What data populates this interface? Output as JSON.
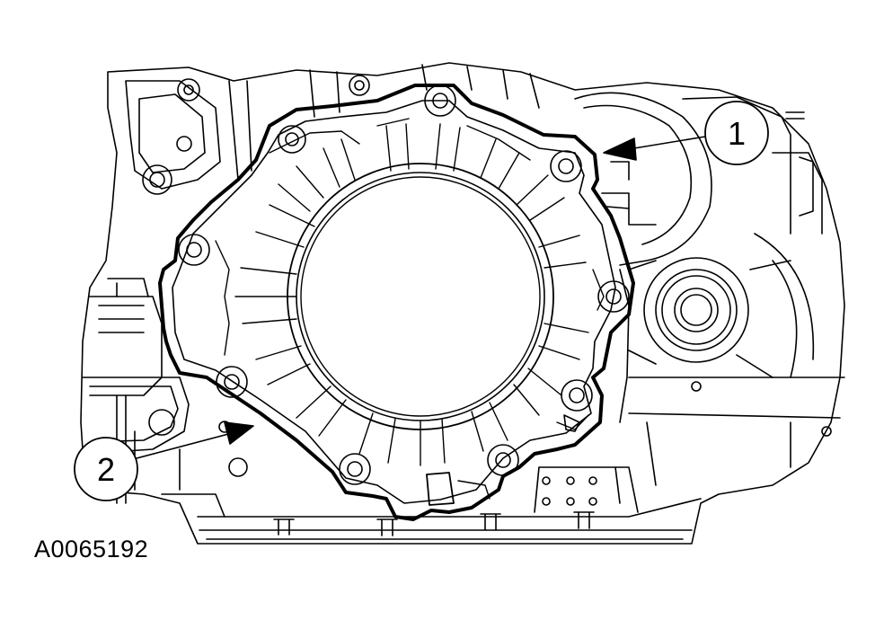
{
  "callouts": [
    {
      "label": "1"
    },
    {
      "label": "2"
    }
  ],
  "figure_id": "A0065192",
  "colors": {
    "ink": "#000000",
    "paper": "#ffffff"
  }
}
